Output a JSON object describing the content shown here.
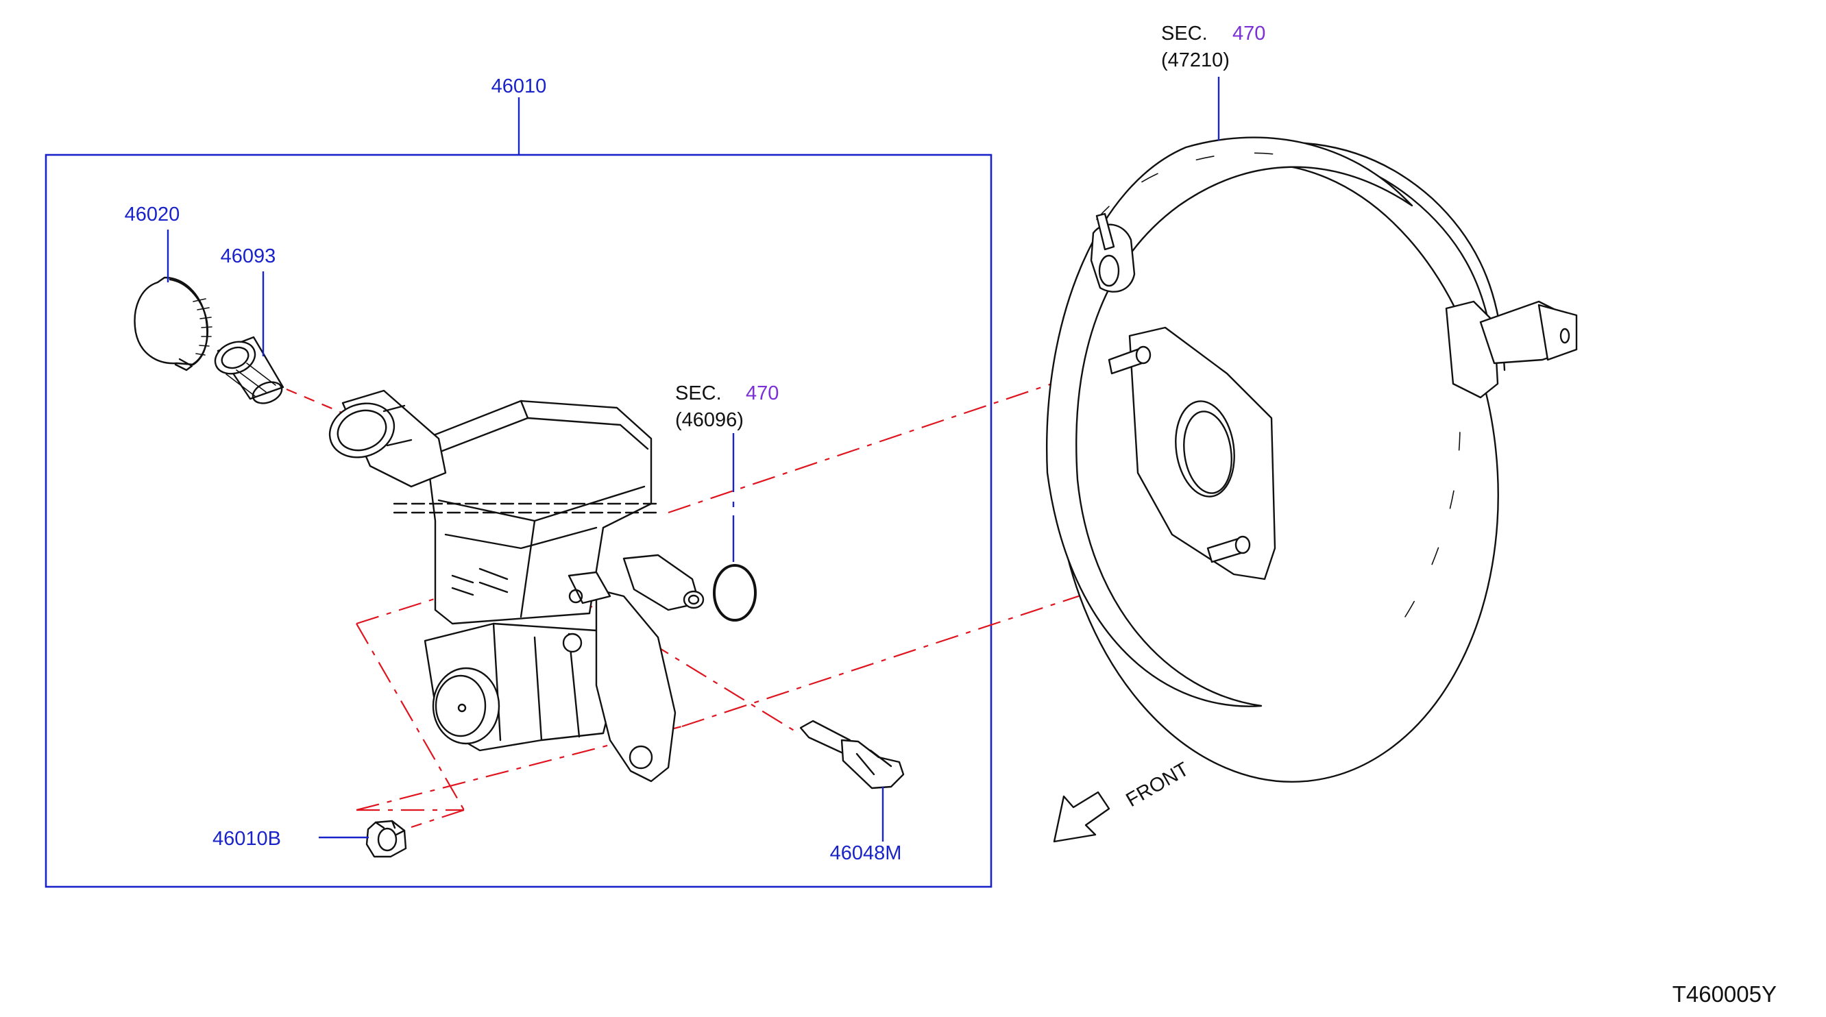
{
  "assembly": {
    "number": "46010"
  },
  "parts": {
    "cap": "46020",
    "strainer": "46093",
    "nut": "46010B",
    "sensor": "46048M"
  },
  "references": {
    "seal": {
      "prefix": "SEC.",
      "section": "470",
      "part": "(46096)"
    },
    "booster": {
      "prefix": "SEC.",
      "section": "470",
      "part": "(47210)"
    }
  },
  "direction": {
    "label": "FRONT"
  },
  "figure_code": "T460005Y",
  "colors": {
    "part_number": "#1a23c9",
    "section_ref": "#7b2fd6",
    "alignment_line": "#e0141e"
  }
}
